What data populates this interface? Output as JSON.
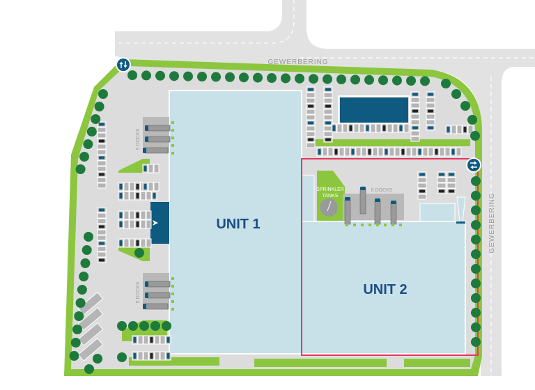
{
  "roads": {
    "top": "GEWERBERING",
    "right": "GEWERBERING"
  },
  "units": [
    {
      "label": "UNIT 1"
    },
    {
      "label": "UNIT 2"
    }
  ],
  "docks": {
    "left_top": "5 DOCKS",
    "left_bottom": "5 DOCKS",
    "unit2": "8 DOCKS"
  },
  "sprinkler": {
    "line1": "SPRINKLER",
    "line2": "TANKS"
  },
  "colors": {
    "road": "#e2e2e2",
    "lot": "#dcdcdc",
    "grass": "#8cc63f",
    "tree": "#1d7a3c",
    "building": "#c8e1e8",
    "accent_blue": "#0e5a80",
    "highlight": "#e8365d",
    "text_blue": "#1b4e86"
  },
  "icons": [
    "entrance-arrows-icon",
    "entrance-arrows-icon"
  ]
}
